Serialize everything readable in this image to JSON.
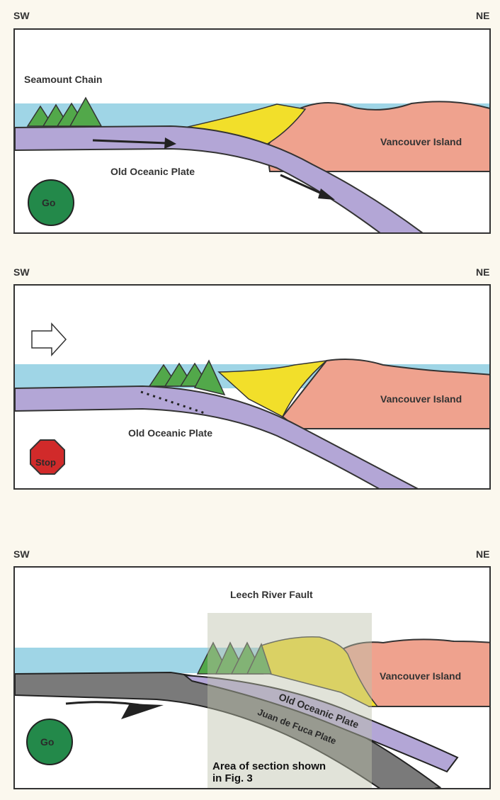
{
  "panels": [
    {
      "sw": "SW",
      "ne": "NE",
      "seamount_label": "Seamount Chain",
      "island_label": "Vancouver Island",
      "plate_label": "Old Oceanic Plate",
      "signal": "Go"
    },
    {
      "sw": "SW",
      "ne": "NE",
      "island_label": "Vancouver Island",
      "plate_label": "Old Oceanic Plate",
      "signal": "Stop"
    },
    {
      "sw": "SW",
      "ne": "NE",
      "fault_label": "Leech River Fault",
      "island_label": "Vancouver Island",
      "plate_label": "Old Oceanic Plate",
      "jdf_label": "Juan de Fuca Plate",
      "area_caption_line1": "Area of section shown",
      "area_caption_line2": "in Fig. 3",
      "signal": "Go"
    }
  ],
  "colors": {
    "water": "#9fd5e6",
    "plate": "#b3a6d6",
    "old_plate_dark": "#7a7a7a",
    "island": "#efa28e",
    "sediment": "#f2df2a",
    "seamount": "#52a84a",
    "go": "#23894a",
    "stop": "#d12a2a",
    "highlight": "#cfd3c0"
  }
}
